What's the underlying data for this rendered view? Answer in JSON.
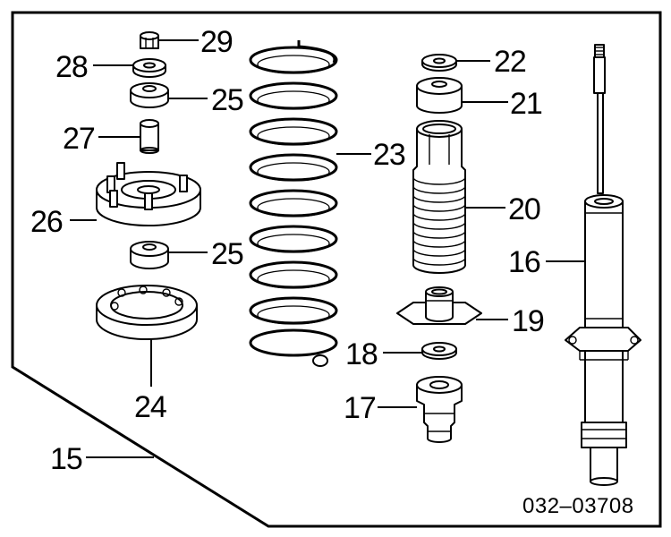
{
  "diagram": {
    "part_code": "032–03708",
    "callouts": {
      "c15": "15",
      "c16": "16",
      "c17": "17",
      "c18": "18",
      "c19": "19",
      "c20": "20",
      "c21": "21",
      "c22": "22",
      "c23": "23",
      "c24": "24",
      "c25a": "25",
      "c25b": "25",
      "c26": "26",
      "c27": "27",
      "c28": "28",
      "c29": "29"
    }
  }
}
